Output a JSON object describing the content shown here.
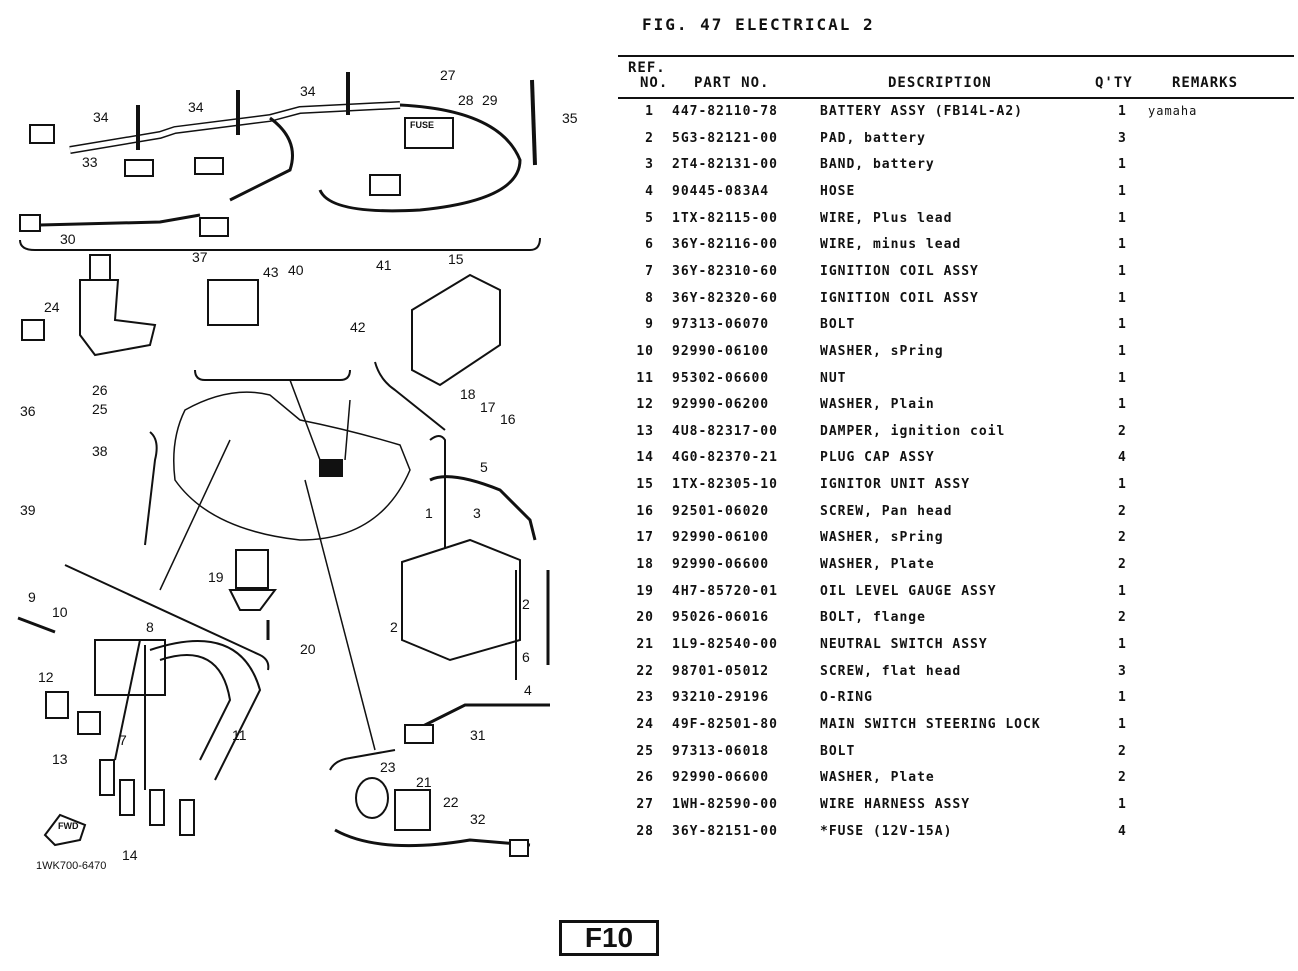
{
  "figure": {
    "title": "FIG. 47  ELECTRICAL 2",
    "doc_id": "1WK700-6470",
    "page_label": "F10"
  },
  "table": {
    "headers": {
      "ref_top": "REF.",
      "ref": "NO.",
      "part_no": "PART NO.",
      "description": "DESCRIPTION",
      "qty": "Q'TY",
      "remarks": "REMARKS"
    },
    "rows": [
      {
        "ref": "1",
        "part_no": "447-82110-78",
        "description": "BATTERY ASSY (FB14L-A2)",
        "qty": "1",
        "remarks": "yamaha"
      },
      {
        "ref": "2",
        "part_no": "5G3-82121-00",
        "description": "PAD, battery",
        "qty": "3",
        "remarks": ""
      },
      {
        "ref": "3",
        "part_no": "2T4-82131-00",
        "description": "BAND, battery",
        "qty": "1",
        "remarks": ""
      },
      {
        "ref": "4",
        "part_no": "90445-083A4",
        "description": "HOSE",
        "qty": "1",
        "remarks": ""
      },
      {
        "ref": "5",
        "part_no": "1TX-82115-00",
        "description": "WIRE, Plus lead",
        "qty": "1",
        "remarks": ""
      },
      {
        "ref": "6",
        "part_no": "36Y-82116-00",
        "description": "WIRE, minus lead",
        "qty": "1",
        "remarks": ""
      },
      {
        "ref": "7",
        "part_no": "36Y-82310-60",
        "description": "IGNITION COIL ASSY",
        "qty": "1",
        "remarks": ""
      },
      {
        "ref": "8",
        "part_no": "36Y-82320-60",
        "description": "IGNITION COIL ASSY",
        "qty": "1",
        "remarks": ""
      },
      {
        "ref": "9",
        "part_no": "97313-06070",
        "description": "BOLT",
        "qty": "1",
        "remarks": ""
      },
      {
        "ref": "10",
        "part_no": "92990-06100",
        "description": "WASHER, sPring",
        "qty": "1",
        "remarks": ""
      },
      {
        "ref": "11",
        "part_no": "95302-06600",
        "description": "NUT",
        "qty": "1",
        "remarks": ""
      },
      {
        "ref": "12",
        "part_no": "92990-06200",
        "description": "WASHER, Plain",
        "qty": "1",
        "remarks": ""
      },
      {
        "ref": "13",
        "part_no": "4U8-82317-00",
        "description": "DAMPER, ignition coil",
        "qty": "2",
        "remarks": ""
      },
      {
        "ref": "14",
        "part_no": "4G0-82370-21",
        "description": "PLUG CAP ASSY",
        "qty": "4",
        "remarks": ""
      },
      {
        "ref": "15",
        "part_no": "1TX-82305-10",
        "description": "IGNITOR UNIT ASSY",
        "qty": "1",
        "remarks": ""
      },
      {
        "ref": "16",
        "part_no": "92501-06020",
        "description": "SCREW, Pan head",
        "qty": "2",
        "remarks": ""
      },
      {
        "ref": "17",
        "part_no": "92990-06100",
        "description": "WASHER, sPring",
        "qty": "2",
        "remarks": ""
      },
      {
        "ref": "18",
        "part_no": "92990-06600",
        "description": "WASHER, Plate",
        "qty": "2",
        "remarks": ""
      },
      {
        "ref": "19",
        "part_no": "4H7-85720-01",
        "description": "OIL LEVEL GAUGE ASSY",
        "qty": "1",
        "remarks": ""
      },
      {
        "ref": "20",
        "part_no": "95026-06016",
        "description": "BOLT, flange",
        "qty": "2",
        "remarks": ""
      },
      {
        "ref": "21",
        "part_no": "1L9-82540-00",
        "description": "NEUTRAL SWITCH ASSY",
        "qty": "1",
        "remarks": ""
      },
      {
        "ref": "22",
        "part_no": "98701-05012",
        "description": "SCREW, flat head",
        "qty": "3",
        "remarks": ""
      },
      {
        "ref": "23",
        "part_no": "93210-29196",
        "description": "O-RING",
        "qty": "1",
        "remarks": ""
      },
      {
        "ref": "24",
        "part_no": "49F-82501-80",
        "description": "MAIN SWITCH STEERING LOCK",
        "qty": "1",
        "remarks": ""
      },
      {
        "ref": "25",
        "part_no": "97313-06018",
        "description": "BOLT",
        "qty": "2",
        "remarks": ""
      },
      {
        "ref": "26",
        "part_no": "92990-06600",
        "description": "WASHER, Plate",
        "qty": "2",
        "remarks": ""
      },
      {
        "ref": "27",
        "part_no": "1WH-82590-00",
        "description": "WIRE HARNESS ASSY",
        "qty": "1",
        "remarks": ""
      },
      {
        "ref": "28",
        "part_no": "36Y-82151-00",
        "description": "*FUSE (12V-15A)",
        "qty": "4",
        "remarks": ""
      }
    ]
  },
  "diagram": {
    "callouts": [
      "34",
      "34",
      "34",
      "27",
      "28",
      "29",
      "35",
      "33",
      "30",
      "37",
      "43",
      "40",
      "41",
      "42",
      "15",
      "24",
      "26",
      "25",
      "18",
      "17",
      "16",
      "36",
      "38",
      "5",
      "39",
      "3",
      "1",
      "19",
      "9",
      "10",
      "8",
      "12",
      "20",
      "2",
      "2",
      "6",
      "4",
      "7",
      "11",
      "13",
      "31",
      "23",
      "21",
      "22",
      "32",
      "14"
    ],
    "labels": {
      "fuse": "FUSE",
      "fwd": "FWD"
    }
  }
}
